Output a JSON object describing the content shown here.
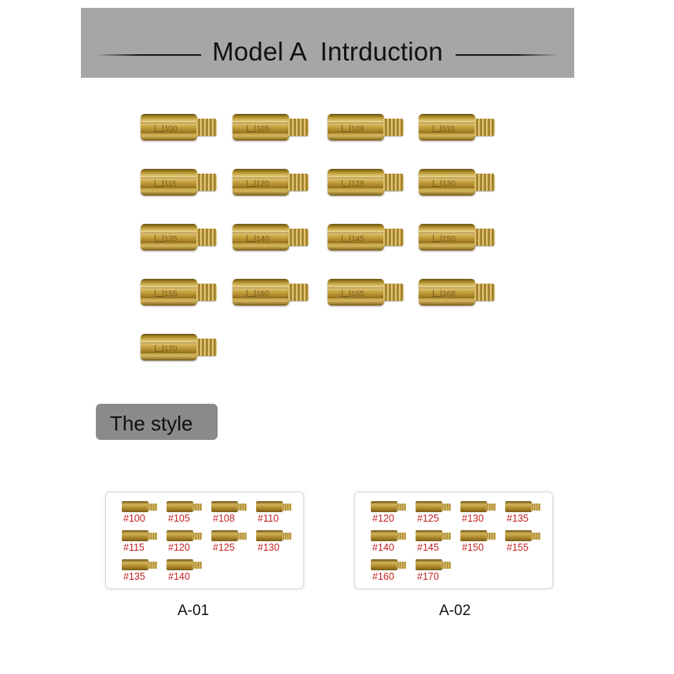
{
  "banner": {
    "title": "Model A  Intrduction"
  },
  "jets": [
    "100",
    "105",
    "108",
    "110",
    "115",
    "120",
    "125",
    "130",
    "135",
    "140",
    "145",
    "150",
    "155",
    "160",
    "165",
    "168",
    "170"
  ],
  "style_tag": {
    "label": "The style"
  },
  "kits": [
    {
      "caption": "A-01",
      "labels": [
        "#100",
        "#105",
        "#108",
        "#110",
        "#115",
        "#120",
        "#125",
        "#130",
        "#135",
        "#140"
      ]
    },
    {
      "caption": "A-02",
      "labels": [
        "#120",
        "#125",
        "#130",
        "#135",
        "#140",
        "#145",
        "#150",
        "#155",
        "#160",
        "#170"
      ]
    }
  ]
}
